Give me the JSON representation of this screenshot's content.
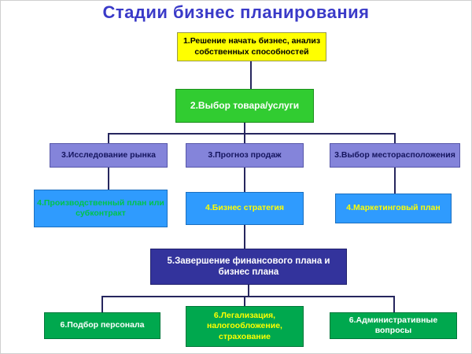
{
  "title": "Стадии бизнес планирования",
  "colors": {
    "title_text": "#3a3ac8",
    "stage1_bg": "#ffff00",
    "stage1_text": "#000000",
    "stage2_bg": "#31cc31",
    "stage2_text": "#ffffff",
    "stage3_bg": "#8484da",
    "stage3_text": "#15155e",
    "stage4_bg": "#2f9bfe",
    "stage4a_text": "#00c44a",
    "stage4bc_text": "#ffff00",
    "stage5_bg": "#33339c",
    "stage5_text": "#ffffff",
    "stage6_bg": "#00a84e",
    "stage6ac_text": "#ffffff",
    "stage6b_text": "#ffff00",
    "connector": "#26265e"
  },
  "nodes": {
    "stage1": {
      "label": "1.Решение начать бизнес, анализ собственных способностей"
    },
    "stage2": {
      "label": "2.Выбор товара/услуги"
    },
    "stage3a": {
      "label": "3.Исследование рынка"
    },
    "stage3b": {
      "label": "3.Прогноз продаж"
    },
    "stage3c": {
      "label": "3.Выбор месторасположения"
    },
    "stage4a": {
      "label": "4.Производственный план или субконтракт"
    },
    "stage4b": {
      "label": "4.Бизнес стратегия"
    },
    "stage4c": {
      "label": "4.Маркетинговый план"
    },
    "stage5": {
      "label": "5.Завершение финансового плана и бизнес плана"
    },
    "stage6a": {
      "label": "6.Подбор персонала"
    },
    "stage6b": {
      "label": "6.Легализация, налогообложение, страхование"
    },
    "stage6c": {
      "label": "6.Административные вопросы"
    }
  }
}
